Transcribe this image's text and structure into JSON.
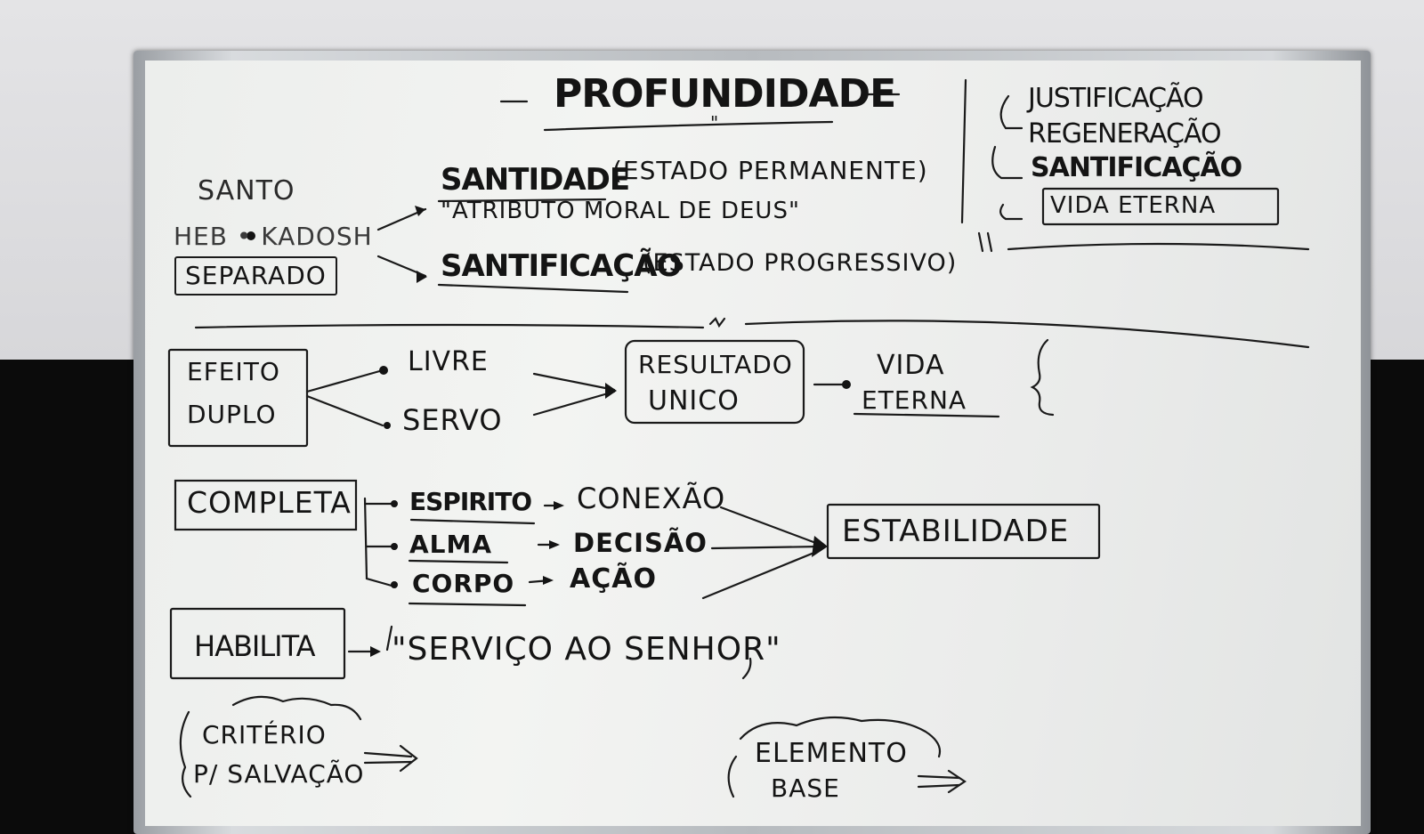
{
  "board": {
    "title": "PROFUNDIDADE",
    "ditto_marks": "\"",
    "santo": "SANTO",
    "heb_kadosh": "HEB • KADOSH",
    "separado": "SEPARADO",
    "santidade": "SANTIDADE",
    "santidade_paren": "(ESTADO PERMANENTE)",
    "atributo": "\"ATRIBUTO MORAL DE DEUS\"",
    "santificacao": "SANTIFICAÇÃO",
    "santificacao_paren": "(ESTADO PROGRESSIVO)",
    "side_list": [
      "JUSTIFICAÇÃO",
      "REGENERAÇÃO",
      "SANTIFICAÇÃO",
      "VIDA ETERNA"
    ],
    "efeito": "EFEITO",
    "duplo": "DUPLO",
    "livre": "LIVRE",
    "servo": "SERVO",
    "resultado": "RESULTADO",
    "unico": "UNICO",
    "vida": "VIDA",
    "eterna": "ETERNA",
    "brace": "{",
    "completa": "COMPLETA",
    "espirito": "ESPIRITO",
    "alma": "ALMA",
    "corpo": "CORPO",
    "conexao": "CONEXÃO",
    "decisao": "DECISÃO",
    "acao": "AÇÃO",
    "estabilidade": "ESTABILIDADE",
    "habilita": "HABILITA",
    "servico": "\"SERVIÇO AO SENHOR\"",
    "criterio": "CRITÉRIO",
    "p_salvacao": "P/ SALVAÇÃO",
    "elemento": "ELEMENTO",
    "base": "BASE",
    "arrow_double": "⇒"
  },
  "colors": {
    "ink": "#141414",
    "board": "#efefed",
    "frame": "#b7bbbf",
    "wall": "#dcdcdf",
    "backdrop": "#0b0b0b"
  }
}
